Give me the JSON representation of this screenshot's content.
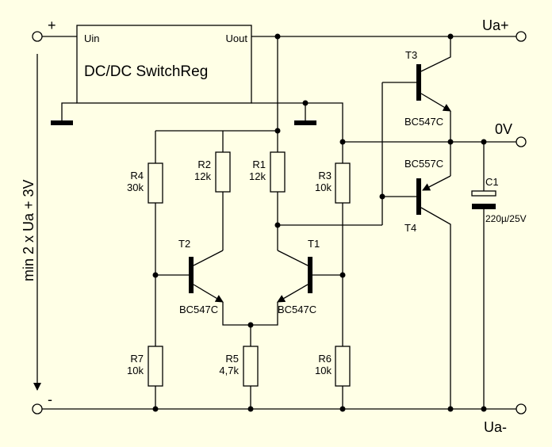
{
  "colors": {
    "background": "#ffffe6",
    "ink": "#000000"
  },
  "regulator": {
    "title": "DC/DC SwitchReg",
    "pin_in": "Uin",
    "pin_out": "Uout"
  },
  "input": {
    "plus": "+",
    "minus": "-",
    "voltage": "min 2 x Ua + 3V"
  },
  "outputs": {
    "pos": "Ua+",
    "mid": "0V",
    "neg": "Ua-"
  },
  "resistors": [
    {
      "ref": "R4",
      "value": "30k"
    },
    {
      "ref": "R2",
      "value": "12k"
    },
    {
      "ref": "R1",
      "value": "12k"
    },
    {
      "ref": "R3",
      "value": "10k"
    },
    {
      "ref": "R7",
      "value": "10k"
    },
    {
      "ref": "R5",
      "value": "4,7k"
    },
    {
      "ref": "R6",
      "value": "10k"
    }
  ],
  "transistors": [
    {
      "ref": "T2",
      "type": "BC547C"
    },
    {
      "ref": "T1",
      "type": "BC547C"
    },
    {
      "ref": "T3",
      "type": "BC547C"
    },
    {
      "ref": "T4",
      "type": "BC557C"
    }
  ],
  "capacitor": {
    "ref": "C1",
    "value": "220µ/25V"
  }
}
